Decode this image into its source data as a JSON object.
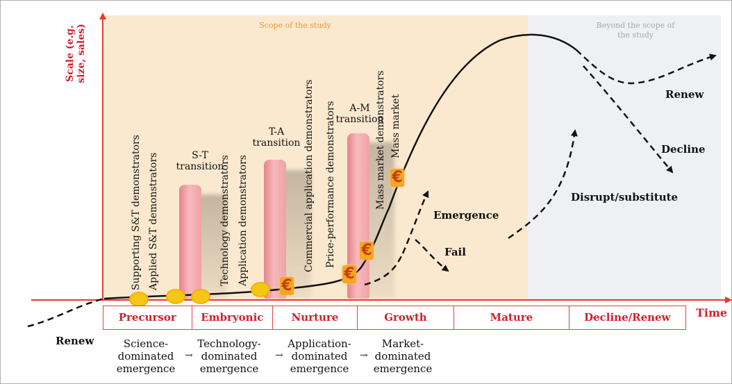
{
  "y_axis_label": [
    "Scale (e.g.",
    "size, sales)"
  ],
  "scope_label": "Scope of the study",
  "beyond_label": "Beyond the scope of the study",
  "x_axis_label": "Time",
  "stages": [
    "Precursor",
    "Embryonic",
    "Nurture",
    "Growth",
    "Mature",
    "Decline/Renew"
  ],
  "emergence_types": [
    [
      "Science-",
      "dominated",
      "emergence"
    ],
    [
      "Technology-",
      "dominated",
      "emergence"
    ],
    [
      "Application-",
      "dominated",
      "emergence"
    ],
    [
      "Market-",
      "dominated",
      "emergence"
    ]
  ],
  "emergence_arrow": "→",
  "renew_bottom": "Renew",
  "transitions": {
    "st": [
      "S-T",
      "transition"
    ],
    "ta": [
      "T-A",
      "transition"
    ],
    "am": [
      "A-M",
      "transition"
    ]
  },
  "demonstrators": {
    "supporting": "Supporting S&T demonstrators",
    "applied": "Applied S&T demonstrators",
    "technology": "Technology demonstrators",
    "application": "Application demonstrators",
    "commercial": "Commercial application demonstrators",
    "price_performance": "Price-performance demonstrators",
    "mass_market_demo": "Mass market demonstrators",
    "mass_market": "Mass market"
  },
  "outcomes": {
    "emergence": "Emergence",
    "fail": "Fail",
    "renew": "Renew",
    "decline": "Decline",
    "disrupt": "Disrupt/substitute"
  },
  "euro_symbol": "€",
  "colors": {
    "axis": "#e8372c",
    "stage_text": "#d0202c",
    "scope_bg": "#fbe9cf",
    "beyond_bg": "#eef0f3",
    "bar": "#f4a9ad",
    "euro": "#f6a623"
  }
}
